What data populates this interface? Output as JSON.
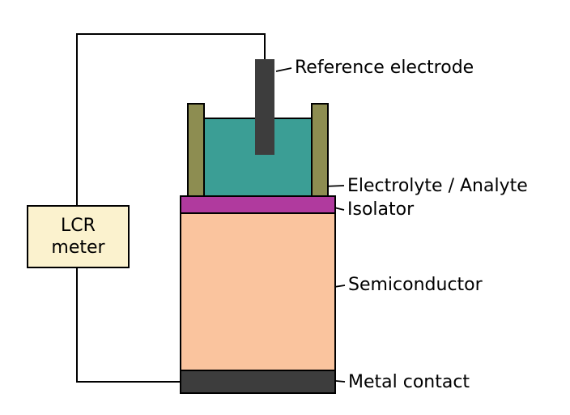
{
  "diagram": {
    "background": "#FFFFFF",
    "line_color": "#000000",
    "lcr_meter": {
      "label_line1": "LCR",
      "label_line2": "meter",
      "fill": "#FBF2CE"
    },
    "components": {
      "reference_electrode": {
        "label": "Reference electrode",
        "fill": "#3D3D3D"
      },
      "electrolyte": {
        "label": "Electrolyte / Analyte",
        "fill": "#3B9E95"
      },
      "container_walls": {
        "fill": "#8D8D51"
      },
      "isolator": {
        "label": "Isolator",
        "fill": "#B03A9E"
      },
      "semiconductor": {
        "label": "Semiconductor",
        "fill": "#FAC49E"
      },
      "metal_contact": {
        "label": "Metal contact",
        "fill": "#3D3D3D"
      }
    }
  }
}
